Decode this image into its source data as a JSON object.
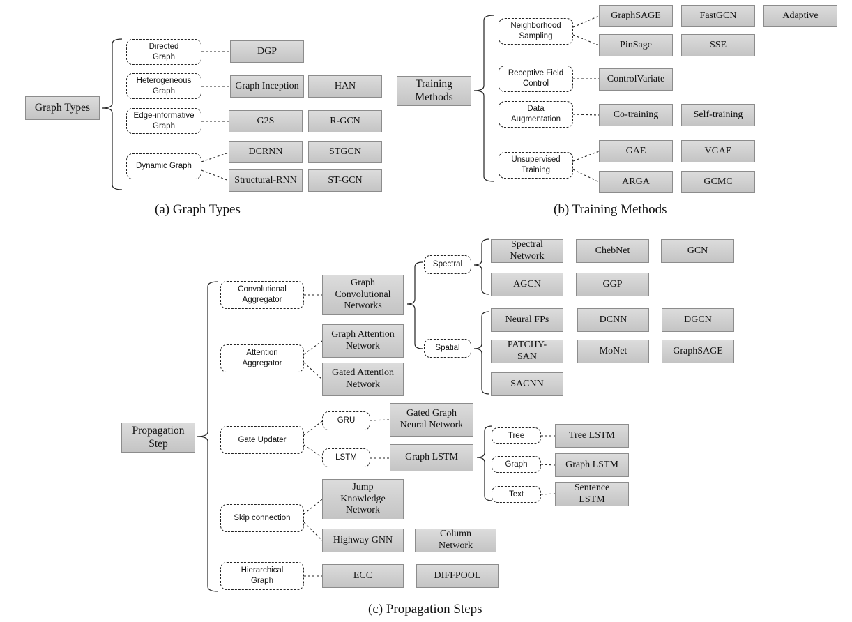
{
  "captions": {
    "a": "(a)  Graph Types",
    "b": "(b)  Training Methods",
    "c": "(c)  Propagation Steps"
  },
  "nodes": {
    "graph_types": "Graph Types",
    "directed_graph": "Directed\nGraph",
    "heterogeneous_graph": "Heterogeneous\nGraph",
    "edge_informative_graph": "Edge-informative\nGraph",
    "dynamic_graph": "Dynamic Graph",
    "dgp": "DGP",
    "graph_inception": "Graph Inception",
    "han": "HAN",
    "g2s": "G2S",
    "r_gcn": "R-GCN",
    "dcrnn": "DCRNN",
    "stgcn": "STGCN",
    "structural_rnn": "Structural-RNN",
    "st_gcn": "ST-GCN",
    "training_methods": "Training\nMethods",
    "neighborhood_sampling": "Neighborhood\nSampling",
    "receptive_field_control": "Receptive Field\nControl",
    "data_augmentation": "Data\nAugmentation",
    "unsupervised_training": "Unsupervised\nTraining",
    "graphsage_train": "GraphSAGE",
    "fastgcn": "FastGCN",
    "adaptive": "Adaptive",
    "pinsage": "PinSage",
    "sse": "SSE",
    "controlvariate": "ControlVariate",
    "co_training": "Co-training",
    "self_training": "Self-training",
    "gae": "GAE",
    "vgae": "VGAE",
    "arga": "ARGA",
    "gcmc": "GCMC",
    "propagation_step": "Propagation\nStep",
    "convolutional_aggregator": "Convolutional\nAggregator",
    "attention_aggregator": "Attention\nAggregator",
    "gate_updater": "Gate Updater",
    "skip_connection": "Skip connection",
    "hierarchical_graph": "Hierarchical\nGraph",
    "graph_convolutional_networks": "Graph\nConvolutional\nNetworks",
    "graph_attention_network": "Graph Attention\nNetwork",
    "gated_attention_network": "Gated Attention\nNetwork",
    "spectral": "Spectral",
    "spatial": "Spatial",
    "spectral_network": "Spectral\nNetwork",
    "chebnet": "ChebNet",
    "gcn": "GCN",
    "agcn": "AGCN",
    "ggp": "GGP",
    "neural_fps": "Neural FPs",
    "dcnn": "DCNN",
    "dgcn": "DGCN",
    "patchy_san": "PATCHY-\nSAN",
    "monet": "MoNet",
    "graphsage_prop": "GraphSAGE",
    "sacnn": "SACNN",
    "gru": "GRU",
    "lstm": "LSTM",
    "gated_graph_neural_network": "Gated Graph\nNeural Network",
    "graph_lstm_main": "Graph LSTM",
    "tree": "Tree",
    "graph_small": "Graph",
    "text": "Text",
    "tree_lstm": "Tree LSTM",
    "graph_lstm_sub": "Graph LSTM",
    "sentence_lstm": "Sentence\nLSTM",
    "jump_knowledge_network": "Jump\nKnowledge\nNetwork",
    "highway_gnn": "Highway GNN",
    "column_network": "Column\nNetwork",
    "ecc": "ECC",
    "diffpool": "DIFFPOOL"
  }
}
